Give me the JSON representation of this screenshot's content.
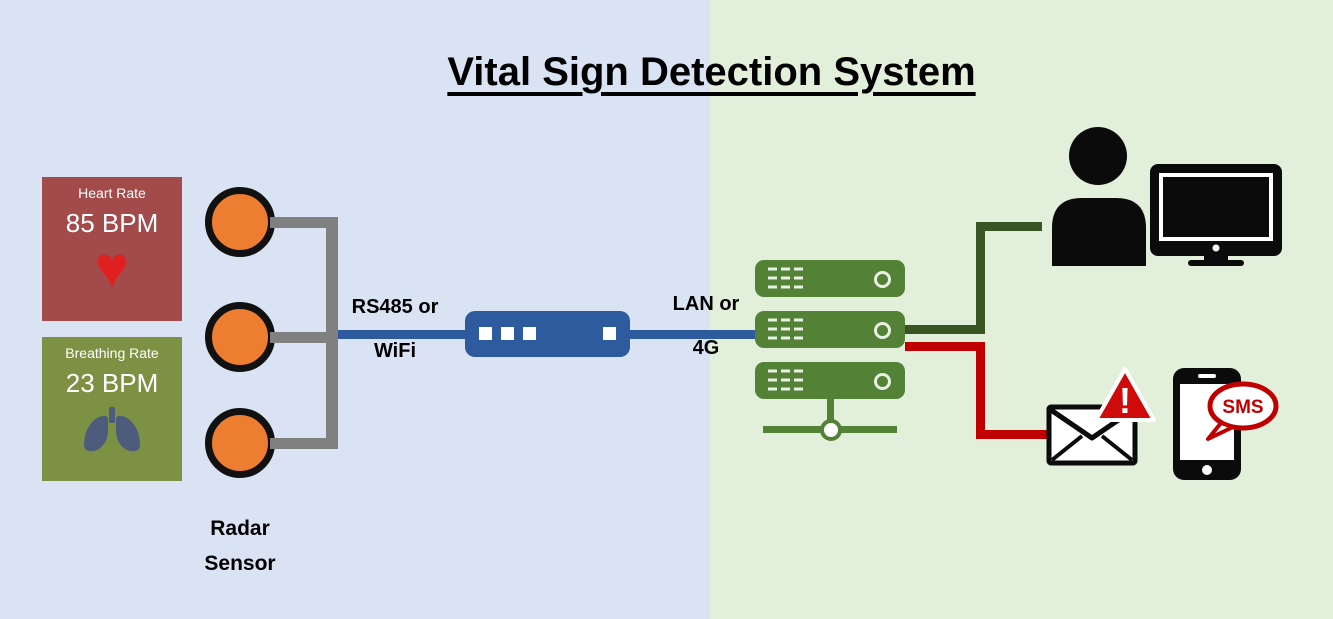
{
  "title": "Vital Sign Detection System",
  "cards": {
    "heart": {
      "label": "Heart Rate",
      "value": "85 BPM"
    },
    "breathing": {
      "label": "Breathing Rate",
      "value": "23 BPM"
    }
  },
  "labels": {
    "radar_line1": "Radar",
    "radar_line2": "Sensor",
    "sensor_link_line1": "RS485 or",
    "sensor_link_line2": "WiFi",
    "server_link_line1": "LAN or",
    "server_link_line2": "4G"
  },
  "icons": {
    "heart": "♥",
    "warning_mark": "!",
    "sms_label": "SMS"
  },
  "colors": {
    "bg_left": "#dae3f3",
    "bg_right": "#e2efda",
    "heart_card": "#a34a4a",
    "heart_icon": "#e02020",
    "breathing_card": "#7d9144",
    "lungs_icon": "#4d5c7d",
    "sensor_orange": "#ed7d31",
    "connector_gray": "#808080",
    "link_blue": "#2e5b9d",
    "router_blue": "#2e5b9d",
    "server_green": "#538135",
    "connector_green": "#375623",
    "alert_red": "#c00000",
    "icon_black": "#0b0b0b",
    "text_black": "#000000"
  }
}
